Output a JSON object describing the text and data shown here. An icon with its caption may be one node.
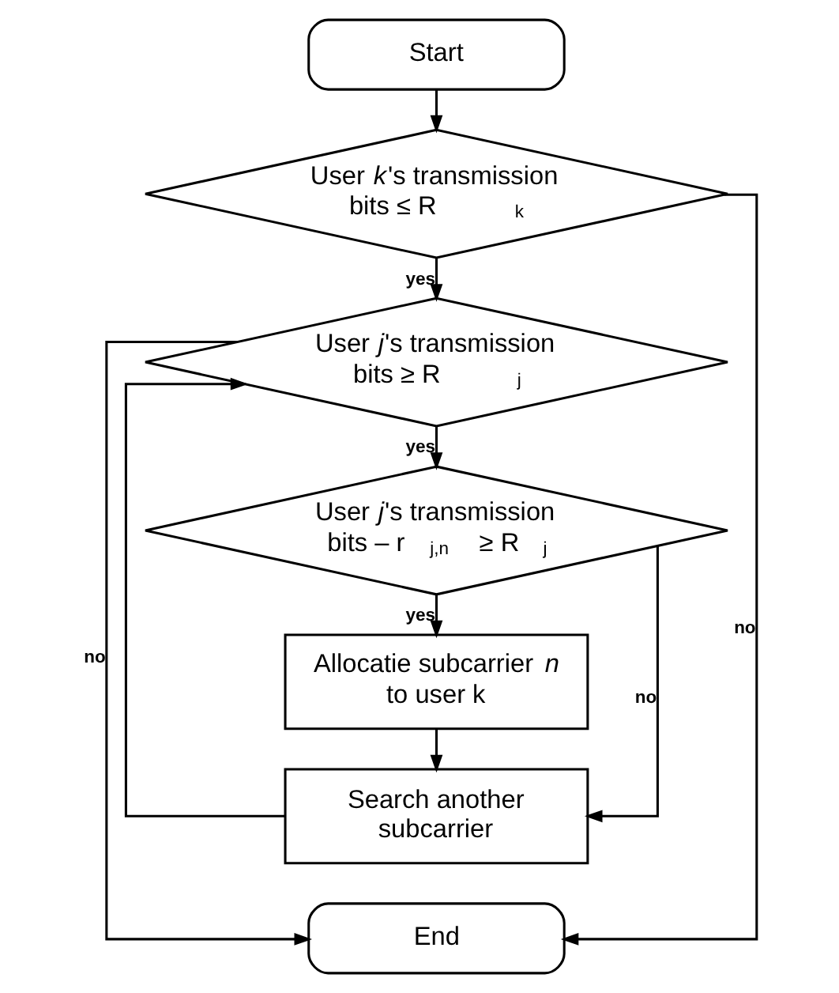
{
  "diagram": {
    "nodes": [
      {
        "text": [
          "Start"
        ]
      },
      {
        "text": [
          "User *k*'s transmission bits ≤ R$_{k}$"
        ]
      },
      {
        "text": [
          "User *j*'s transmission bits ≥ R$_{j}$"
        ]
      },
      {
        "text": [
          "User *j*'s transmission bits – r$_{j,n}$ ≥ R$_{j}$"
        ]
      },
      {
        "text": [
          "Allocatie subcarrier *n* to user k"
        ]
      },
      {
        "text": [
          "Search another subcarrier"
        ]
      },
      {
        "text": [
          "End"
        ]
      }
    ],
    "edges": [
      {
        "from": 0,
        "to": 1,
        "arrow": "to"
      },
      {
        "from": 1,
        "to": 6,
        "arrow": "to",
        "label": "no"
      },
      {
        "from": 1,
        "to": 2,
        "arrow": "to",
        "label": "yes"
      },
      {
        "from": 2,
        "to": 6,
        "arrow": "to",
        "label": "no"
      },
      {
        "from": 2,
        "to": 3,
        "arrow": "to",
        "label": "yes"
      },
      {
        "from": 3,
        "to": 5,
        "arrow": "to",
        "label": "no"
      },
      {
        "from": 3,
        "to": 4,
        "arrow": "to",
        "label": "yes"
      },
      {
        "from": 4,
        "to": 5,
        "arrow": "to"
      },
      {
        "from": 5,
        "to": 2,
        "arrow": "to"
      }
    ]
  }
}
